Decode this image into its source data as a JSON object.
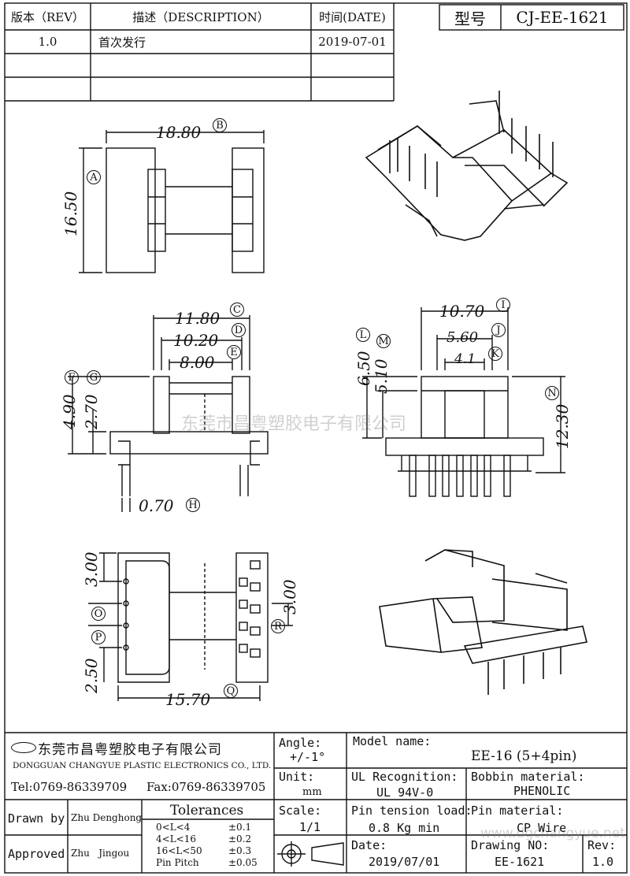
{
  "revision_table": {
    "headers": [
      "版本（REV）",
      "描述（DESCRIPTION）",
      "时间(DATE)"
    ],
    "rows": [
      [
        "1.0",
        "首次发行",
        "2019-07-01"
      ],
      [
        "",
        "",
        ""
      ],
      [
        "",
        "",
        ""
      ]
    ]
  },
  "model_box": {
    "label": "型号",
    "value": "CJ-EE-1621"
  },
  "dimensions": {
    "top_width": "18.80",
    "top_height": "16.50",
    "mid_w1": "11.80",
    "mid_w2": "10.20",
    "mid_w3": "8.00",
    "mid_h1": "4.90",
    "mid_h2": "2.70",
    "pin_w": "0.70",
    "side_w1": "10.70",
    "side_w2": "5.60",
    "side_w3": "4.1",
    "side_h1": "6.50",
    "side_h2": "5.10",
    "side_h3": "12.30",
    "bot_h1": "3.00",
    "bot_h2": "2.50",
    "bot_pitch": "3.00",
    "bot_w": "15.70"
  },
  "markers": [
    "A",
    "B",
    "C",
    "D",
    "E",
    "F",
    "G",
    "H",
    "I",
    "J",
    "K",
    "L",
    "M",
    "N",
    "O",
    "P",
    "Q",
    "R"
  ],
  "watermark": {
    "center": "东莞市昌粤塑胶电子有限公司",
    "corner": "www.dgchangyue.net"
  },
  "title_block": {
    "company_cn": "东莞市昌粤塑胶电子有限公司",
    "company_en": "DONGGUAN CHANGYUE PLASTIC ELECTRONICS CO., LTD.",
    "tel": "Tel:0769-86339709",
    "fax": "Fax:0769-86339705",
    "angle_label": "Angle:",
    "angle_value": "+/-1°",
    "unit_label": "Unit:",
    "unit_value": "mm",
    "scale_label": "Scale:",
    "scale_value": "1/1",
    "model_name_label": "Model name:",
    "model_name_value": "EE-16 (5+4pin)",
    "ul_label": "UL Recognition:",
    "ul_value": "UL 94V-0",
    "bobbin_label": "Bobbin material:",
    "bobbin_value": "PHENOLIC",
    "pin_tension_label": "Pin tension load:",
    "pin_tension_value": "0.8 Kg min",
    "pin_material_label": "Pin material:",
    "pin_material_value": "CP Wire",
    "date_label": "Date:",
    "date_value": "2019/07/01",
    "drawing_no_label": "Drawing NO:",
    "drawing_no_value": "EE-1621",
    "rev_label": "Rev:",
    "rev_value": "1.0",
    "drawn_by_label": "Drawn by",
    "drawn_by_value": "Zhu Denghong",
    "approved_label": "Approved",
    "approved_value": "Zhu   Jingou",
    "tolerances_label": "Tolerances",
    "tolerances": [
      [
        "0<L<4",
        "±0.1"
      ],
      [
        "4<L<16",
        "±0.2"
      ],
      [
        "16<L<50",
        "±0.3"
      ],
      [
        "Pin Pitch",
        "±0.05"
      ]
    ]
  }
}
